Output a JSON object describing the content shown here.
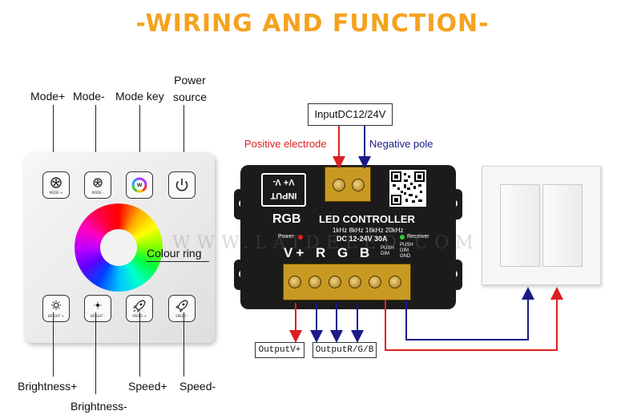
{
  "title": "-WIRING AND FUNCTION-",
  "panel": {
    "labels": {
      "mode_plus": "Mode+",
      "mode_minus": "Mode-",
      "mode_key": "Mode key",
      "power_source": "Power\nsource",
      "colour_ring": "Colour ring",
      "brightness_plus": "Brightness+",
      "brightness_minus": "Brightness-",
      "speed_plus": "Speed+",
      "speed_minus": "Speed-"
    },
    "button_captions": {
      "mode_plus": "MODE +",
      "mode_minus": "MODE -",
      "mode_key": "W",
      "bright_plus": "BRIGHT +",
      "bright_minus": "BRIGHT -",
      "speed_plus": "SPEED +",
      "speed_minus": "SPEED -"
    }
  },
  "controller": {
    "input_label": "InputDC12/24V",
    "positive_label": "Positive electrode",
    "negative_label": "Negative pole",
    "input_marking": "V+  V-",
    "input_text": "INPUT",
    "rgb": "RGB",
    "model": "LED CONTROLLER",
    "freq": "1kHz 8kHz 16kHz 20kHz",
    "rating": "DC 12-24V 30A",
    "power": "Power",
    "receiver": "Receiver",
    "channels": "V+ R G B",
    "push_dim": "PUSH\nDIM",
    "push_dim_gnd": "PUSH\nDIM\nGND",
    "output_v": "OutputV+",
    "output_rgb": "OutputR/G/B"
  },
  "watermark": "WWW.LAIDELED.COM",
  "colors": {
    "title": "#f5a21f",
    "positive": "#dd1f1f",
    "negative": "#1a1a8a",
    "power_led": "#e02020",
    "receiver_led": "#33cc33"
  }
}
